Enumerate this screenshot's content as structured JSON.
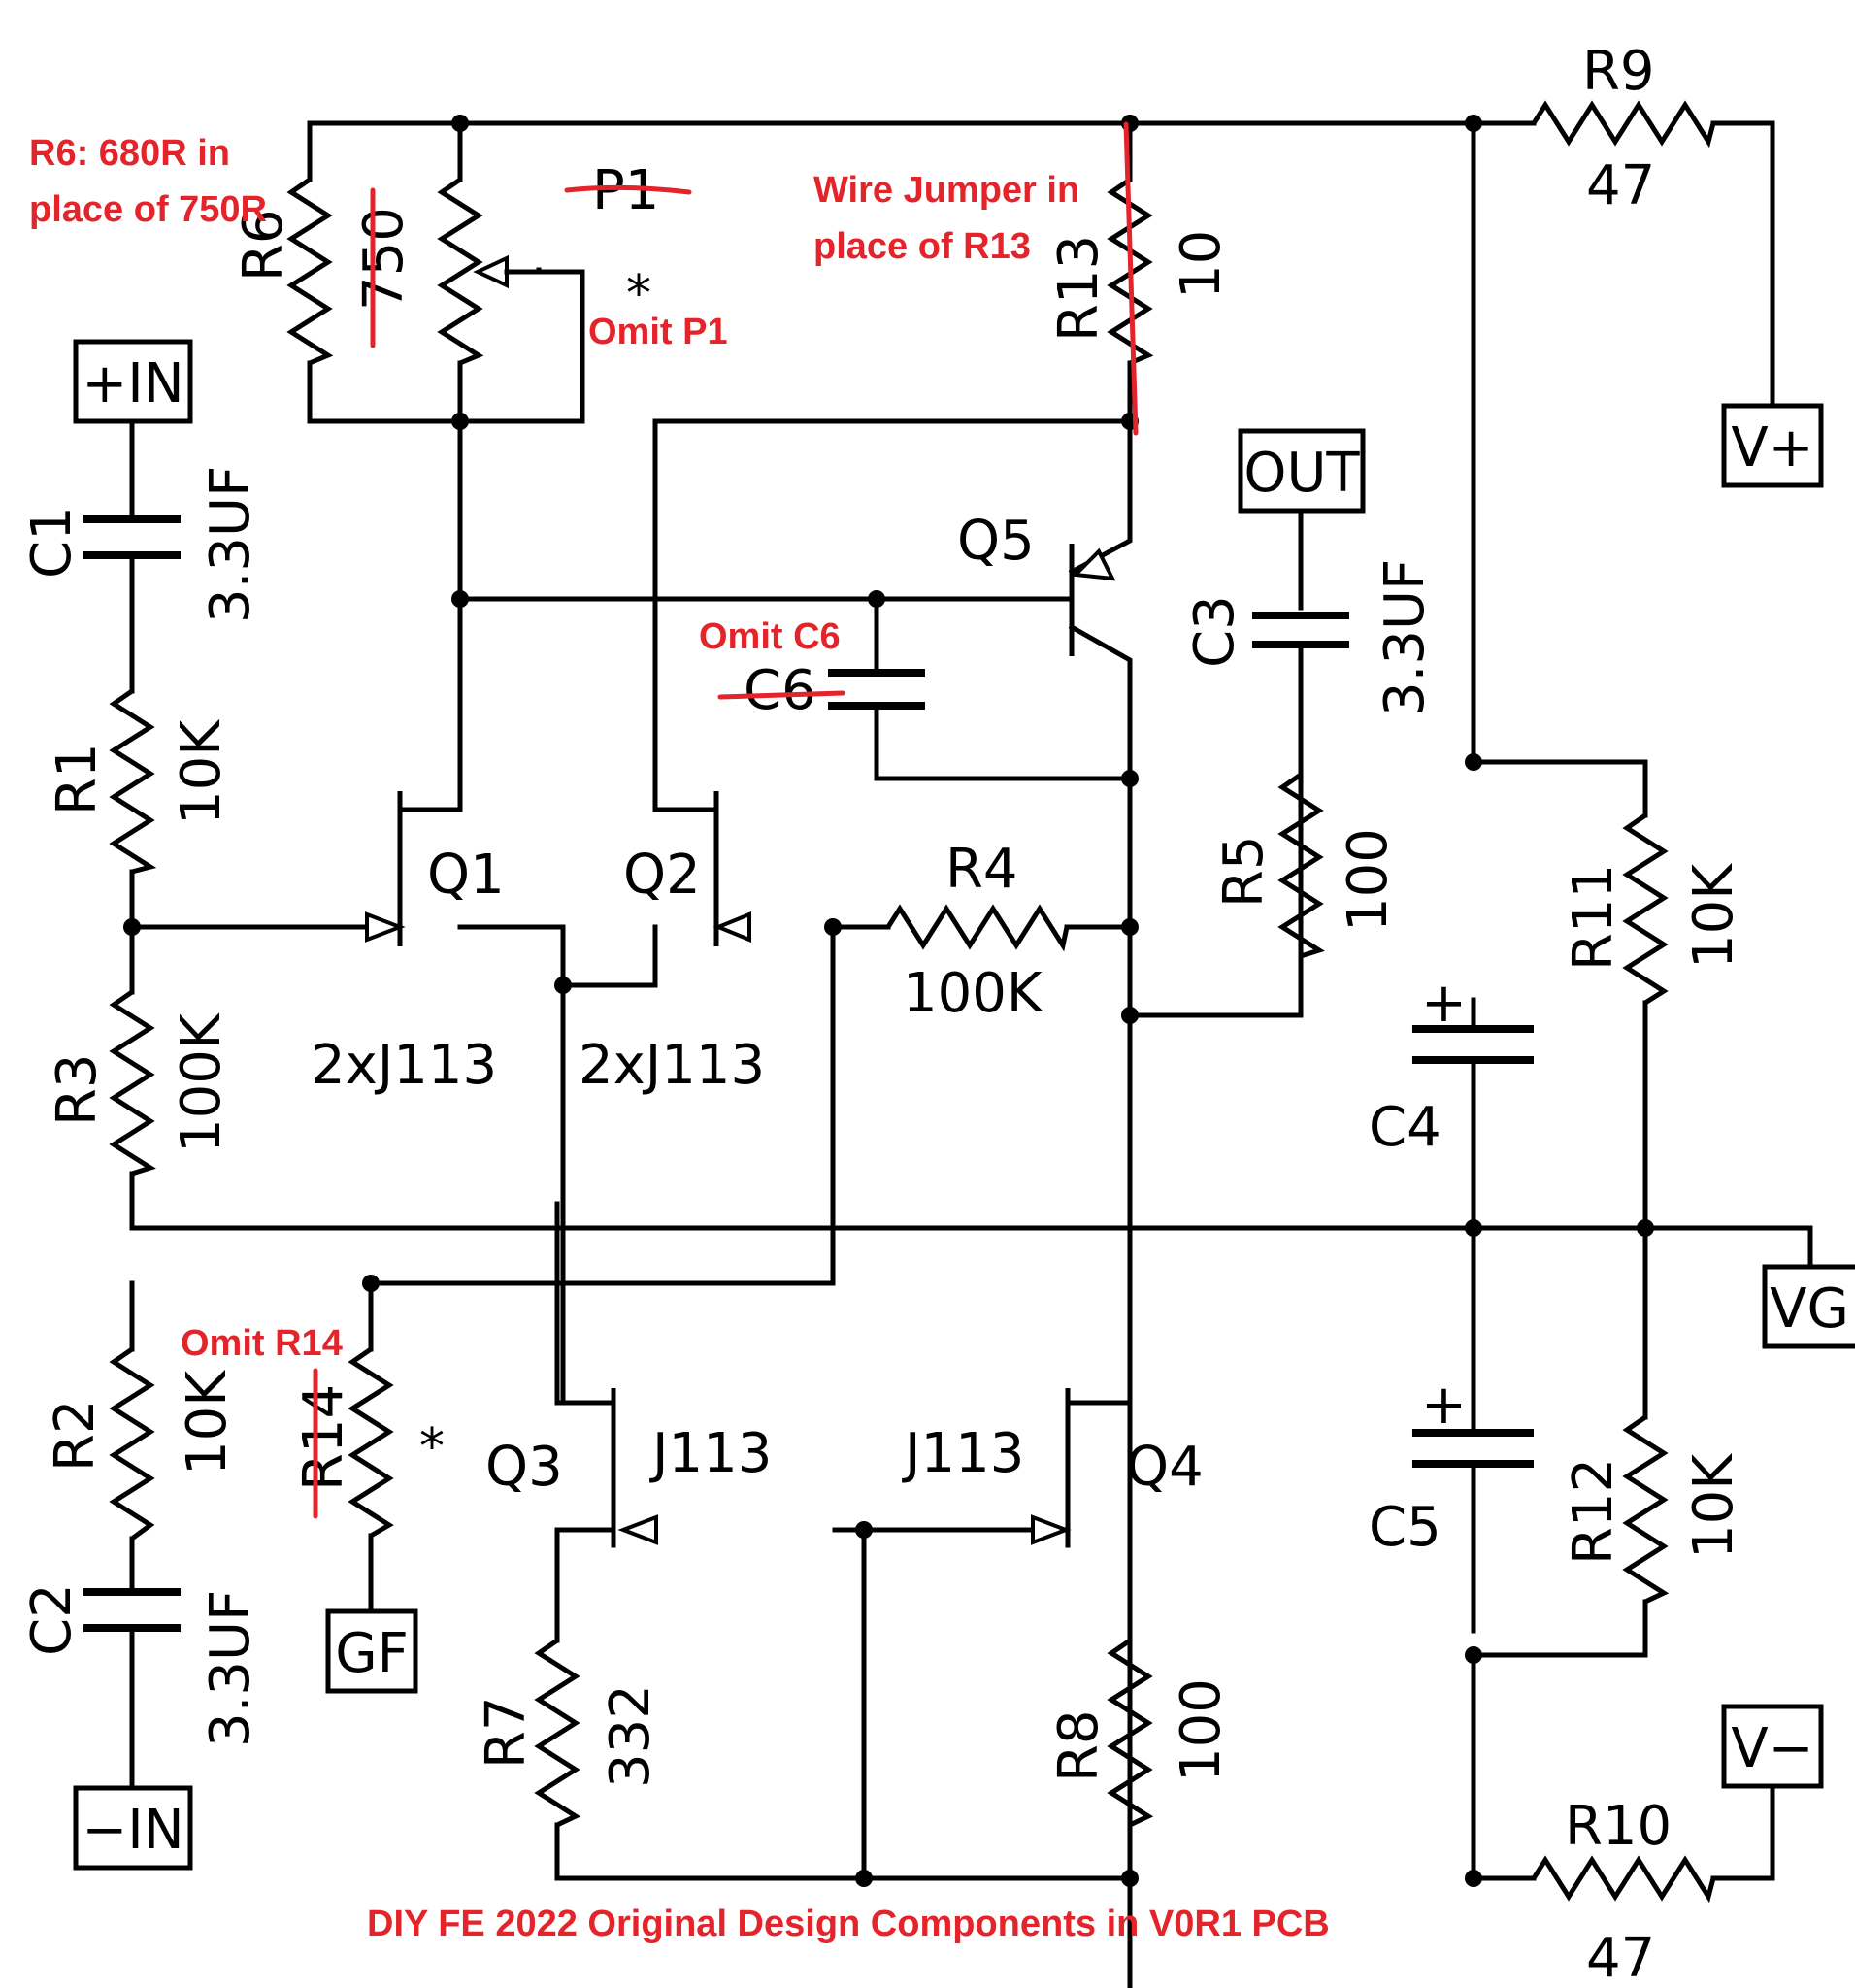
{
  "components": {
    "R1": {
      "ref": "R1",
      "value": "10K"
    },
    "R2": {
      "ref": "R2",
      "value": "10K"
    },
    "R3": {
      "ref": "R3",
      "value": "100K"
    },
    "R4": {
      "ref": "R4",
      "value": "100K"
    },
    "R5": {
      "ref": "R5",
      "value": "100"
    },
    "R6": {
      "ref": "R6",
      "value": "750"
    },
    "R7": {
      "ref": "R7",
      "value": "332"
    },
    "R8": {
      "ref": "R8",
      "value": "100"
    },
    "R9": {
      "ref": "R9",
      "value": "47"
    },
    "R10": {
      "ref": "R10",
      "value": "47"
    },
    "R11": {
      "ref": "R11",
      "value": "10K"
    },
    "R12": {
      "ref": "R12",
      "value": "10K"
    },
    "R13": {
      "ref": "R13",
      "value": "10"
    },
    "R14": {
      "ref": "R14"
    },
    "C1": {
      "ref": "C1",
      "value": "3.3UF"
    },
    "C2": {
      "ref": "C2",
      "value": "3.3UF"
    },
    "C3": {
      "ref": "C3",
      "value": "3.3UF"
    },
    "C4": {
      "ref": "C4"
    },
    "C5": {
      "ref": "C5"
    },
    "C6": {
      "ref": "C6"
    },
    "P1": {
      "ref": "P1"
    },
    "Q1": {
      "ref": "Q1",
      "part": "2xJ113"
    },
    "Q2": {
      "ref": "Q2",
      "part": "2xJ113"
    },
    "Q3": {
      "ref": "Q3",
      "part": "J113"
    },
    "Q4": {
      "ref": "Q4",
      "part": "J113"
    },
    "Q5": {
      "ref": "Q5"
    }
  },
  "ports": {
    "in_plus": "+IN",
    "in_minus": "−IN",
    "out": "OUT",
    "v_plus": "V+",
    "v_minus": "V−",
    "vg": "VG",
    "gf": "GF"
  },
  "symbols": {
    "plus": "+",
    "star": "*"
  },
  "notes": {
    "r6_line1": "R6: 680R in",
    "r6_line2": "place of 750R",
    "omit_p1": "Omit P1",
    "r13_line1": "Wire Jumper in",
    "r13_line2": "place of R13",
    "omit_c6": "Omit C6",
    "omit_r14": "Omit R14",
    "caption": "DIY FE 2022 Original Design Components in V0R1 PCB"
  },
  "colors": {
    "annotation": "#e3242b",
    "line": "#000000",
    "background": "#ffffff"
  }
}
